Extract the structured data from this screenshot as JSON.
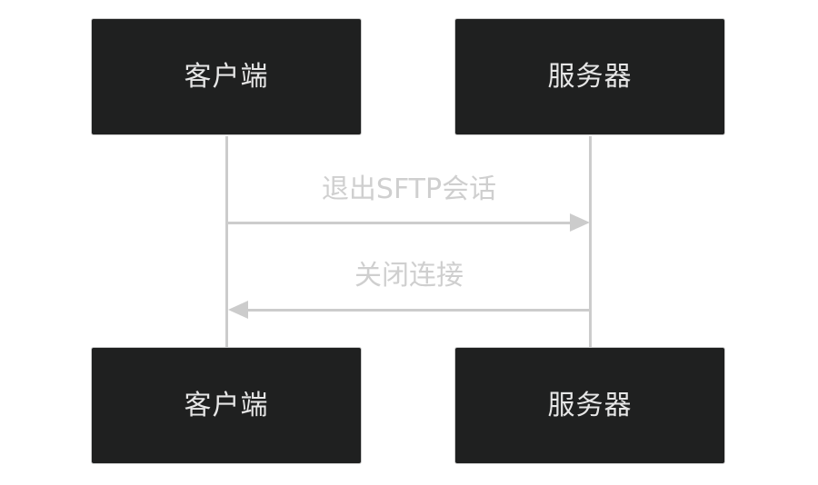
{
  "participants": {
    "client": "客户端",
    "server": "服务器"
  },
  "messages": [
    {
      "label": "退出SFTP会话",
      "from": "client",
      "to": "server"
    },
    {
      "label": "关闭连接",
      "from": "server",
      "to": "client"
    }
  ],
  "colors": {
    "actor_fill": "#1f2020",
    "actor_text": "#e6e6e6",
    "line": "#cccccc",
    "message_text": "#cfcfcf",
    "background": "#ffffff"
  }
}
